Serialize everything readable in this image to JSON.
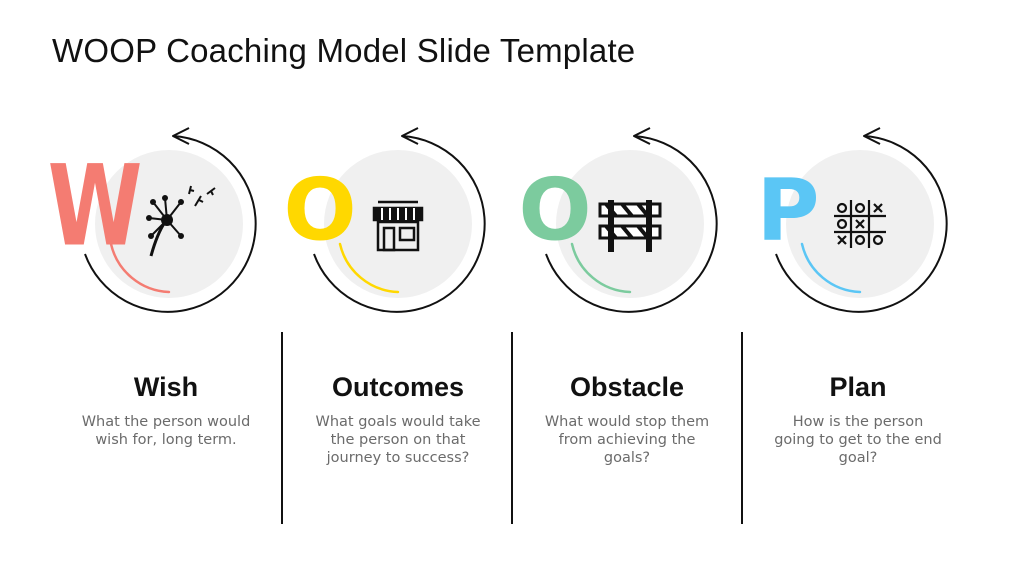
{
  "slide": {
    "title": "WOOP Coaching Model Slide Template"
  },
  "steps": [
    {
      "letter": "W",
      "heading": "Wish",
      "description": "What the person would wish for, long term.",
      "color": "#F47C72",
      "icon": "dandelion-icon"
    },
    {
      "letter": "O",
      "heading": "Outcomes",
      "description": "What goals would take the person on that journey to success?",
      "color": "#FFD800",
      "icon": "shop-icon"
    },
    {
      "letter": "O",
      "heading": "Obstacle",
      "description": "What would stop them from achieving the goals?",
      "color": "#7CCB9E",
      "icon": "barrier-icon"
    },
    {
      "letter": "P",
      "heading": "Plan",
      "description": "How is the person going to get to the end goal?",
      "color": "#5BC6F5",
      "icon": "tic-tac-toe-icon"
    }
  ]
}
